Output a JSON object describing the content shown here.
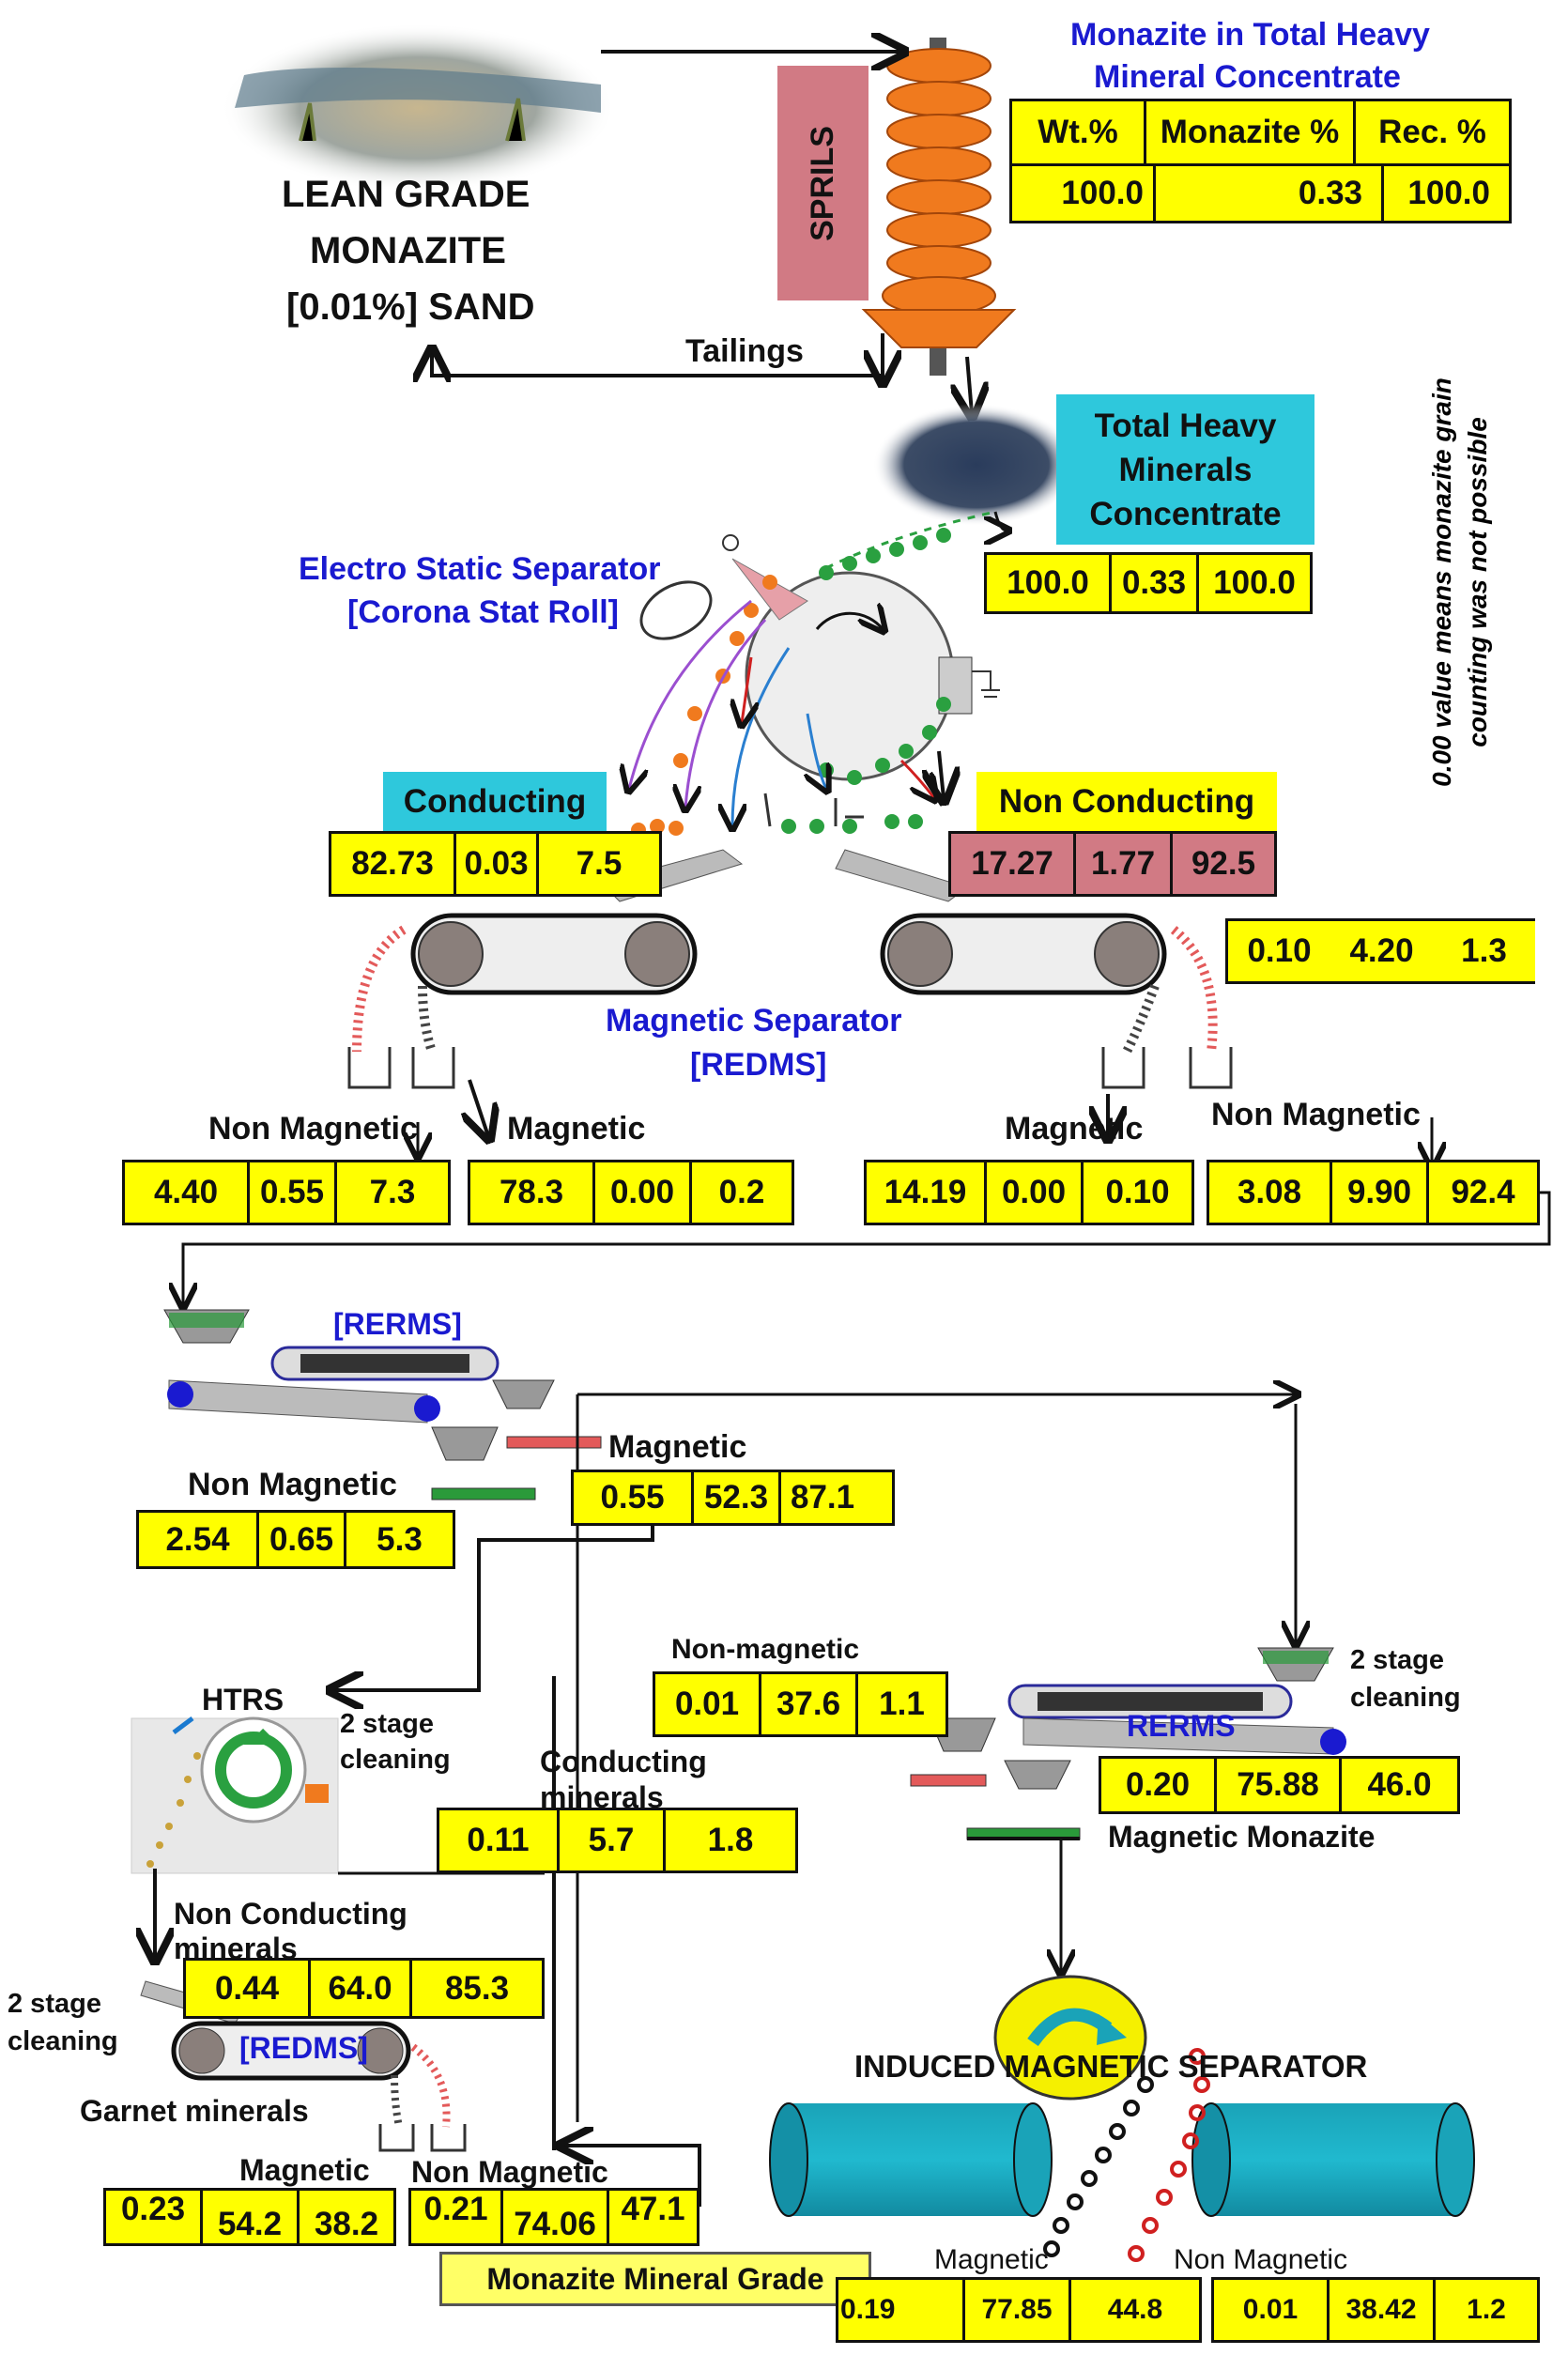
{
  "source": {
    "line1": "LEAN GRADE",
    "line2": "MONAZITE",
    "line3": "[0.01%] SAND"
  },
  "spirals_label": "SPRILS",
  "tailings_label": "Tailings",
  "thmc_table": {
    "title_line1": "Monazite in Total Heavy",
    "title_line2": "Mineral  Concentrate",
    "headers": [
      "Wt.%",
      "Monazite %",
      "Rec. %"
    ],
    "values": [
      "100.0",
      "0.33",
      "100.0"
    ]
  },
  "thmc": {
    "line1": "Total Heavy",
    "line2": "Minerals",
    "line3": "Concentrate",
    "values": [
      "100.0",
      "0.33",
      "100.0"
    ]
  },
  "side_note": {
    "line1": "0.00 value means monazite grain",
    "line2": "counting was not possible"
  },
  "ess": {
    "line1": "Electro Static Separator",
    "line2": "[Corona Stat Roll]"
  },
  "conducting": {
    "label": "Conducting",
    "values": [
      "82.73",
      "0.03",
      "7.5"
    ]
  },
  "non_conducting": {
    "label": "Non Conducting",
    "values": [
      "17.27",
      "1.77",
      "92.5"
    ]
  },
  "floating_box": {
    "values": [
      "0.10",
      "4.20",
      "1.3"
    ]
  },
  "redms1": {
    "line1": "Magnetic Separator",
    "line2": "[REDMS]"
  },
  "left_nonmag": {
    "label": "Non Magnetic",
    "values": [
      "4.40",
      "0.55",
      "7.3"
    ]
  },
  "left_mag": {
    "label": "Magnetic",
    "values": [
      "78.3",
      "0.00",
      "0.2"
    ]
  },
  "right_mag": {
    "label": "Magnetic",
    "values": [
      "14.19",
      "0.00",
      "0.10"
    ]
  },
  "right_nonmag": {
    "label": "Non Magnetic",
    "values": [
      "3.08",
      "9.90",
      "92.4"
    ]
  },
  "rerms1": {
    "label": "[RERMS]"
  },
  "rerms1_mag": {
    "label": "Magnetic",
    "values": [
      "0.55",
      "52.3",
      "87.1"
    ]
  },
  "rerms1_nonmag": {
    "label": "Non Magnetic",
    "values": [
      "2.54",
      "0.65",
      "5.3"
    ]
  },
  "htrs": {
    "label": "HTRS",
    "cleaning1": "2 stage",
    "cleaning2": "cleaning"
  },
  "non_magnetic_mid": {
    "label": "Non-magnetic",
    "values": [
      "0.01",
      "37.6",
      "1.1"
    ]
  },
  "conducting_minerals": {
    "line1": "Conducting",
    "line2": "minerals",
    "values": [
      "0.11",
      "5.7",
      "1.8"
    ]
  },
  "non_conducting_minerals": {
    "line1": "Non Conducting",
    "line2": "minerals",
    "values": [
      "0.44",
      "64.0",
      "85.3"
    ]
  },
  "left_cleaning": {
    "line1": "2 stage",
    "line2": "cleaning"
  },
  "redms2": {
    "label": "[REDMS]"
  },
  "garnet": {
    "label": "Garnet minerals"
  },
  "bottom_mag": {
    "label": "Magnetic",
    "values": [
      "0.23",
      "54.2",
      "38.2"
    ]
  },
  "bottom_nonmag": {
    "label": "Non Magnetic",
    "values": [
      "0.21",
      "74.06",
      "47.1"
    ]
  },
  "grade_label": "Monazite  Mineral Grade",
  "rerms2": {
    "label": "RERMS",
    "cleaning1": "2 stage",
    "cleaning2": "cleaning",
    "values": [
      "0.20",
      "75.88",
      "46.0"
    ],
    "mag_label": "Magnetic Monazite"
  },
  "ims": {
    "label": "INDUCED MAGNETIC SEPARATOR"
  },
  "ims_mag": {
    "label": "Magnetic",
    "values": [
      "0.19",
      "77.85",
      "44.8"
    ]
  },
  "ims_nonmag": {
    "label": "Non Magnetic",
    "values": [
      "0.01",
      "38.42",
      "1.2"
    ]
  }
}
